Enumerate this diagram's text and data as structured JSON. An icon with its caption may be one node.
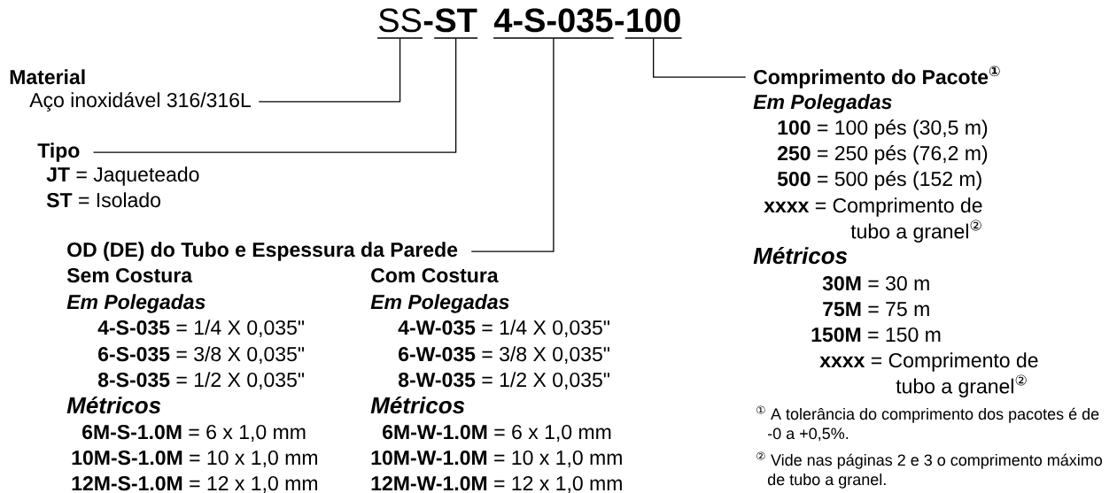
{
  "diagram": {
    "nodes": [
      {
        "text": [
          "SS"
        ]
      },
      {
        "text": [
          "ST"
        ]
      },
      {
        "text": [
          "4-S-035"
        ]
      },
      {
        "text": [
          "100"
        ]
      },
      {
        "text": [
          "Material",
          "Aço inoxidável 316/316L"
        ]
      },
      {
        "text": [
          "Tipo",
          "**JT** = Jaqueteado",
          "**ST** = Isolado"
        ]
      },
      {
        "text": [
          "OD (DE) do Tubo e Espessura da Parede",
          "Sem Costura",
          "Em Polegadas",
          "**4-S-035** = 1/4 X 0,035\"",
          "**6-S-035** = 3/8 X 0,035\"",
          "**8-S-035** = 1/2 X 0,035\"",
          "Métricos",
          "**6M-S-1.0M** = 6 x 1,0 mm",
          "**10M-S-1.0M** = 10 x 1,0 mm",
          "**12M-S-1.0M** = 12 x 1,0 mm",
          "Com Costura",
          "Em Polegadas",
          "**4-W-035** = 1/4 X 0,035\"",
          "**6-W-035** = 3/8 X 0,035\"",
          "**8-W-035** = 1/2 X 0,035\"",
          "Métricos",
          "**6M-W-1.0M** = 6 x 1,0 mm",
          "**10M-W-1.0M** = 10 x 1,0 mm",
          "**12M-W-1.0M** = 12 x 1,0 mm"
        ]
      },
      {
        "text": [
          "Comprimento do Pacote$^{①}$",
          "Em Polegadas",
          "**100** = 100 pés (30,5 m)",
          "**250** = 250 pés (76,2 m)",
          "**500** = 500 pés (152 m)",
          "**xxxx** = Comprimento de tubo a granel$^{②}$",
          "Métricos",
          "**30M** = 30 m",
          "**75M** = 75 m",
          "**150M** = 150 m",
          "**xxxx** = Comprimento de tubo a granel$^{②}$"
        ]
      }
    ],
    "edges": [
      {
        "from": 4,
        "to": 0,
        "arrow": "none"
      },
      {
        "from": 5,
        "to": 1,
        "arrow": "none"
      },
      {
        "from": 6,
        "to": 2,
        "arrow": "none"
      },
      {
        "from": 7,
        "to": 3,
        "arrow": "none"
      }
    ],
    "labels": [
      "-",
      "-",
      "$^{①}$ A tolerância do comprimento dos pacotes é de -0 a +0,5%.",
      "$^{②}$ Vide nas páginas 2 e 3 o comprimento máximo de tubo a granel."
    ]
  }
}
